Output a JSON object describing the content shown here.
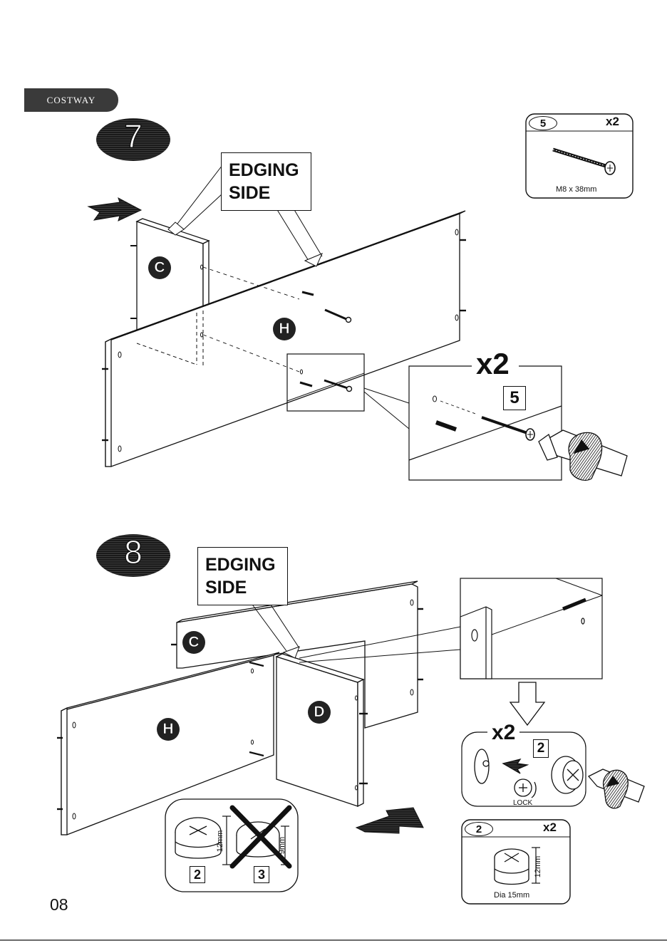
{
  "brand": "COSTWAY",
  "page_number": "08",
  "step7": {
    "number": "7",
    "edging_label": [
      "EDGING",
      "SIDE"
    ],
    "part_labels": {
      "c": "C",
      "h": "H"
    },
    "detail_multiplier": "x2",
    "detail_part": "5"
  },
  "hardware_5": {
    "part": "5",
    "qty": "x2",
    "size": "M8 x 38mm"
  },
  "step8": {
    "number": "8",
    "edging_label": [
      "EDGING",
      "SIDE"
    ],
    "part_labels": {
      "c": "C",
      "h": "H",
      "d": "D"
    },
    "detail_multiplier": "x2",
    "detail_part": "2",
    "lock_label": "LOCK"
  },
  "cam_compare": {
    "correct_part": "2",
    "correct_dim": "12mm",
    "wrong_part": "3",
    "wrong_dim": "9mm"
  },
  "hardware_2": {
    "part": "2",
    "qty": "x2",
    "dim": "12mm",
    "dia": "Dia 15mm"
  }
}
